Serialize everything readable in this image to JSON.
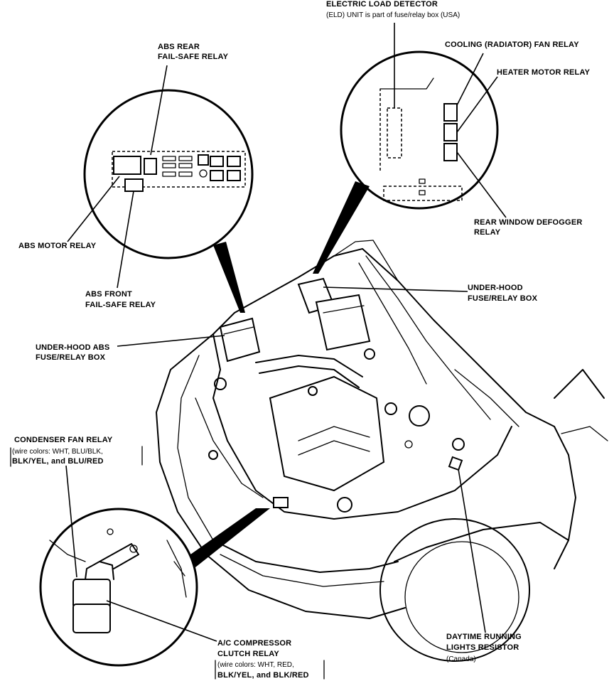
{
  "labels": {
    "elo_line1": "ELECTRIC LOAD DETECTOR",
    "elo_line2": "(ELD) UNIT is part of fuse/relay box (USA)",
    "abs_rear_line1": "ABS REAR",
    "abs_rear_line2": "FAIL-SAFE RELAY",
    "cooling_fan": "COOLING (RADIATOR) FAN RELAY",
    "heater_motor": "HEATER MOTOR RELAY",
    "rear_defogger_line1": "REAR WINDOW DEFOGGER",
    "rear_defogger_line2": "RELAY",
    "abs_motor": "ABS MOTOR RELAY",
    "abs_front_line1": "ABS FRONT",
    "abs_front_line2": "FAIL-SAFE RELAY",
    "underhood_box_line1": "UNDER-HOOD",
    "underhood_box_line2": "FUSE/RELAY BOX",
    "underhood_abs_line1": "UNDER-HOOD ABS",
    "underhood_abs_line2": "FUSE/RELAY BOX",
    "condenser_line1": "CONDENSER FAN RELAY",
    "condenser_line2": "(wire colors: WHT, BLU/BLK,",
    "condenser_line3": "BLK/YEL, and BLU/RED",
    "ac_line1": "A/C COMPRESSOR",
    "ac_line2": "CLUTCH RELAY",
    "ac_line3": "(wire colors: WHT, RED,",
    "ac_line4": "BLK/YEL, and BLK/RED",
    "drl_line1": "DAYTIME RUNNING",
    "drl_line2": "LIGHTS RESISTOR",
    "drl_line3": "(Canada)"
  }
}
